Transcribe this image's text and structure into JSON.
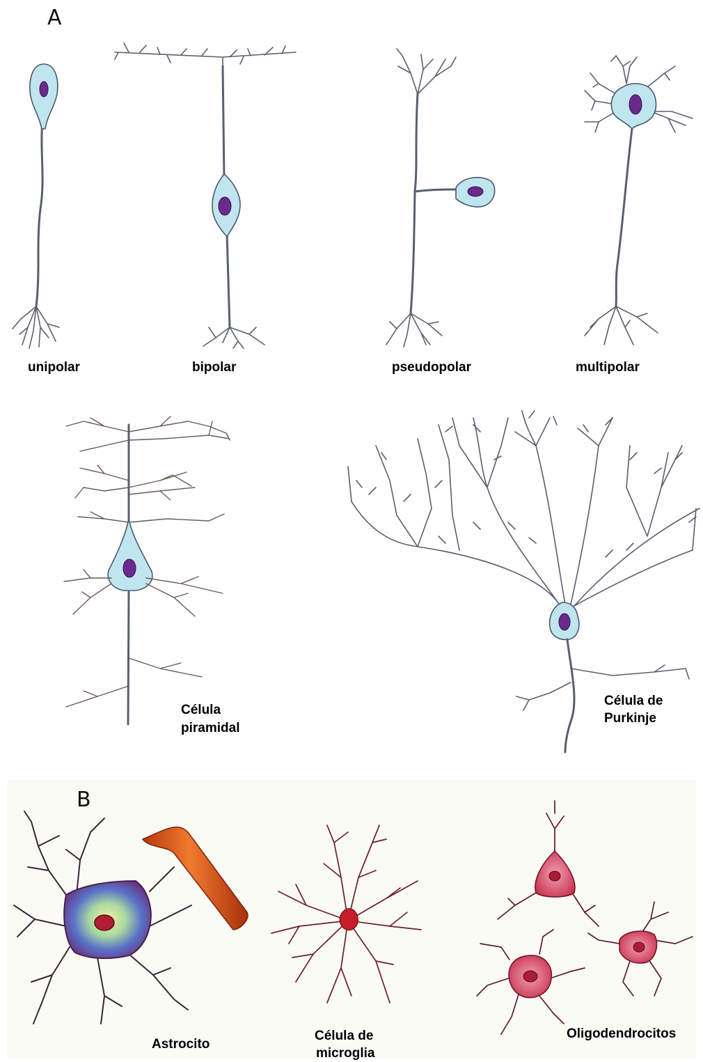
{
  "panels": {
    "a_letter": "A",
    "b_letter": "B"
  },
  "labels": {
    "unipolar": "unipolar",
    "bipolar": "bipolar",
    "pseudopolar": "pseudopolar",
    "multipolar": "multipolar",
    "piramidal_line1": "Célula",
    "piramidal_line2": "piramidal",
    "purkinje_line1": "Célula de",
    "purkinje_line2": "Purkinje",
    "astrocito": "Astrocito",
    "microglia_line1": "Célula de",
    "microglia_line2": "microglia",
    "oligodendrocitos": "Oligodendrocitos"
  },
  "colors": {
    "soma_fill": "#bfe6ee",
    "nucleus": "#6a2a8c",
    "vessel": "#e0561a",
    "glia_red": "#c0203a",
    "oligo_fill": "#e07a8e"
  }
}
